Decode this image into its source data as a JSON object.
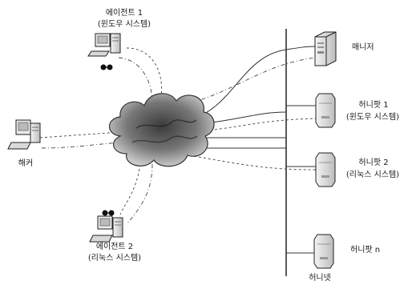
{
  "nodes": {
    "agent1": {
      "name": "에이전트 1",
      "os": "(윈도우 시스템)"
    },
    "agent2": {
      "name": "에이전트 2",
      "os": "(리눅스 시스템)"
    },
    "hacker": {
      "name": "해커"
    },
    "manager": {
      "name": "매니저"
    },
    "honeypot1": {
      "name": "허니팟 1",
      "os": "(윈도우 시스템)"
    },
    "honeypot2": {
      "name": "허니팟 2",
      "os": "(리눅스 시스템)"
    },
    "honeypotn": {
      "name": "허니팟 n"
    },
    "honeynet": {
      "name": "허니넷"
    }
  },
  "icons": {
    "cloud": "network-cloud-icon",
    "workstation": "workstation-computer-icon",
    "server": "server-tower-icon"
  }
}
